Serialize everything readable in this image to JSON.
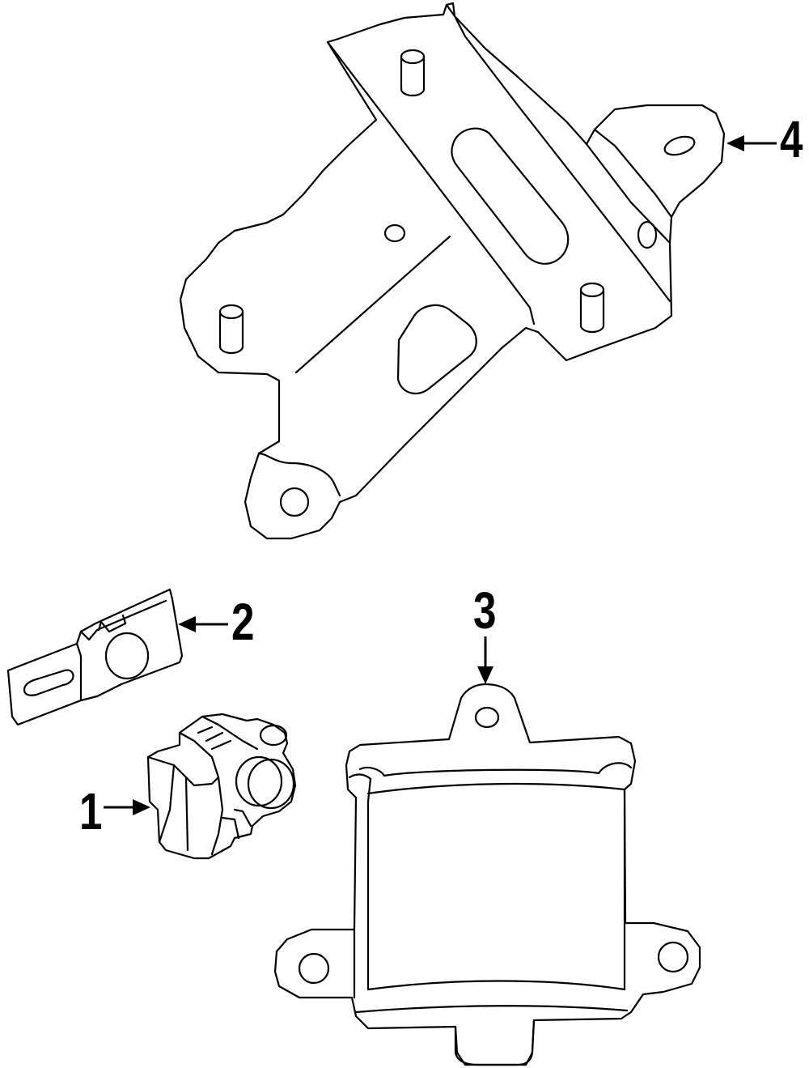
{
  "parts": [
    {
      "number": "1",
      "name": "sensor"
    },
    {
      "number": "2",
      "name": "sensor-bracket"
    },
    {
      "number": "3",
      "name": "control-module"
    },
    {
      "number": "4",
      "name": "mounting-bracket"
    }
  ],
  "colors": {
    "line": "#000000",
    "background": "#ffffff"
  }
}
